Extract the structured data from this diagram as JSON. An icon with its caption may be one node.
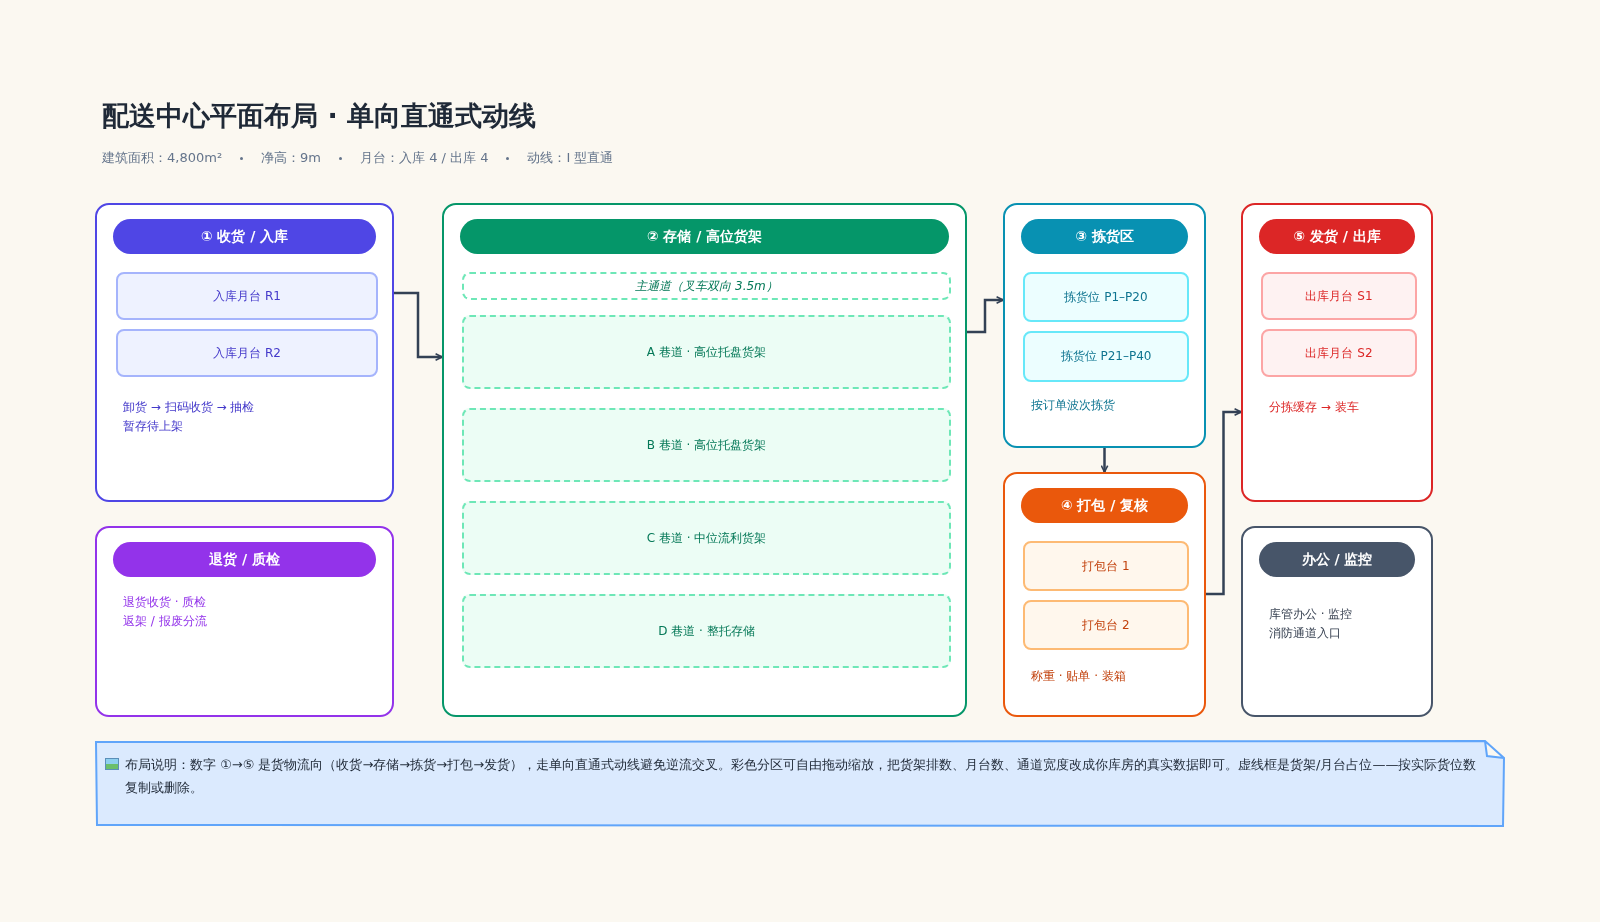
{
  "diagram": {
    "title": "配送中心平面布局 · 单向直通式动线",
    "nodes": [
      {
        "text": [
          "① 收货 / 入库",
          "卸货 → 扫码收货 → 抽检",
          "暂存待上架"
        ]
      },
      {
        "text": [
          "入库月台 R1"
        ],
        "in": 0
      },
      {
        "text": [
          "入库月台 R2"
        ],
        "in": 0
      },
      {
        "text": [
          "退货 / 质检",
          "退货收货 · 质检",
          "返架 / 报废分流"
        ]
      },
      {
        "text": [
          "② 存储 / 高位货架"
        ]
      },
      {
        "text": [
          "主通道（叉车双向 3.5m）"
        ],
        "in": 4
      },
      {
        "text": [
          "A 巷道 · 高位托盘货架"
        ],
        "in": 4
      },
      {
        "text": [
          "B 巷道 · 高位托盘货架"
        ],
        "in": 4
      },
      {
        "text": [
          "C 巷道 · 中位流利货架"
        ],
        "in": 4
      },
      {
        "text": [
          "D 巷道 · 整托存储"
        ],
        "in": 4
      },
      {
        "text": [
          "③ 拣货区",
          "按订单波次拣货"
        ]
      },
      {
        "text": [
          "拣货位 P1–P20"
        ],
        "in": 10
      },
      {
        "text": [
          "拣货位 P21–P40"
        ],
        "in": 10
      },
      {
        "text": [
          "④ 打包 / 复核",
          "称重 · 贴单 · 装箱"
        ]
      },
      {
        "text": [
          "打包台 1"
        ],
        "in": 13
      },
      {
        "text": [
          "打包台 2"
        ],
        "in": 13
      },
      {
        "text": [
          "⑤ 发货 / 出库",
          "分拣缓存 → 装车"
        ]
      },
      {
        "text": [
          "出库月台 S1"
        ],
        "in": 16
      },
      {
        "text": [
          "出库月台 S2"
        ],
        "in": 16
      },
      {
        "text": [
          "办公 / 监控",
          "库管办公 · 监控",
          "消防通道入口"
        ]
      },
      {
        "text": [
          "布局说明：数字 ①→⑤ 是货物流向（收货→存储→拣货→打包→发货），走单向直通式动线避免逆流交叉。彩色分区可自由拖动缩放，把货架排数、月台数、通道宽度改成你库房的真实数据即可。虚线框是货架/月台占位——按实际货位数复制或删除。"
        ]
      }
    ],
    "edges": [
      {
        "from": 0,
        "to": 4,
        "arrow": "to"
      },
      {
        "from": 4,
        "to": 10,
        "arrow": "to"
      },
      {
        "from": 10,
        "to": 13,
        "arrow": "to"
      },
      {
        "from": 13,
        "to": 16,
        "arrow": "to"
      }
    ],
    "labels": [
      "建筑面积：4,800m²",
      "净高：9m",
      "月台：入库 4 / 出库 4",
      "动线：I 型直通"
    ]
  }
}
